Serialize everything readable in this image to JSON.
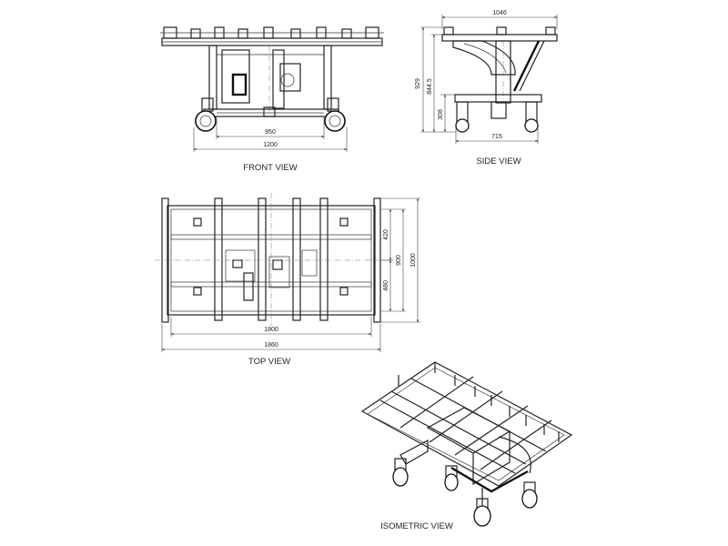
{
  "views": {
    "front": {
      "title": "FRONT VIEW",
      "dims": {
        "inner_width": "950",
        "overall_width": "1200"
      }
    },
    "side": {
      "title": "SIDE VIEW",
      "dims": {
        "top_width": "1046",
        "overall_height": "929",
        "frame_height": "844.5",
        "wheel_height": "308",
        "base_length": "715"
      }
    },
    "top": {
      "title": "TOP VIEW",
      "dims": {
        "length_inner": "1800",
        "length_overall": "1860",
        "upper_width": "420",
        "lower_width": "480",
        "width_inner": "900",
        "width_overall": "1000"
      }
    },
    "isometric": {
      "title": "ISOMETRIC VIEW"
    }
  }
}
